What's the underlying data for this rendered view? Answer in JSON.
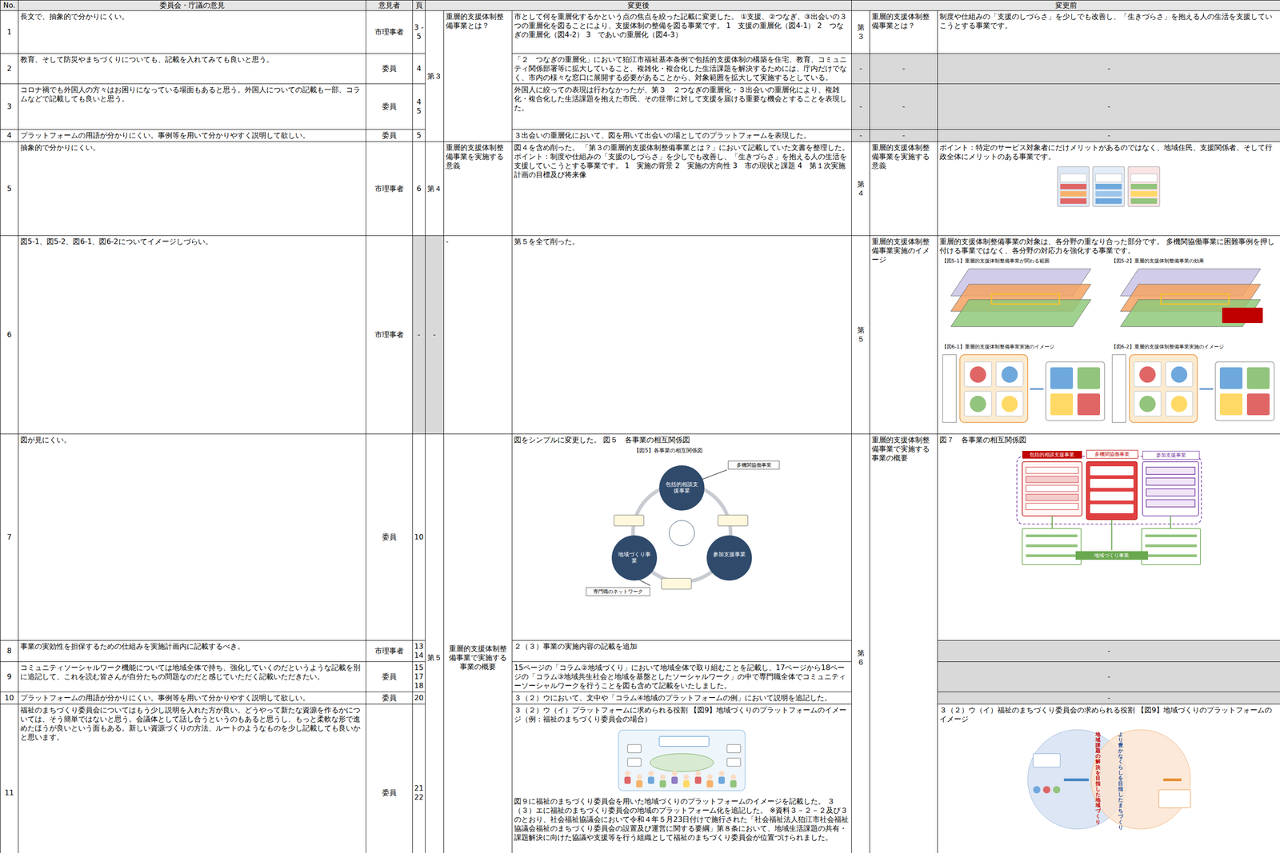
{
  "diagram": {
    "labels": [
      "No.",
      "委員会・庁議の意見",
      "意見者",
      "頁",
      "変更後",
      "変更前",
      "1",
      "長文で、抽象的で分かりにくい。",
      "市理事者",
      "3 - 5",
      "第３",
      "重層的支援体制整備事業とは？",
      "市として何を重層化するかという点の焦点を絞った記載に変更した。 ①支援、②つなぎ、③出会いの３つの重層化を図ることにより、支援体制の整備を図る事業です。 1　支援の重層化（図4-1） 2　つなぎの重層化（図4-2） 3　であいの重層化（図4-3）",
      "第３",
      "重層的支援体制整備事業とは？",
      "制度や仕組みの「支援のしづらさ」を少しでも改善し、「生きづらさ」を抱える人の生活を支援していこうとする事業です。",
      "2",
      "教育、そして防災やまちづくりについても、記載を入れてみても良いと思う。",
      "委員",
      "4",
      "「２　つなぎの重層化」において狛江市福祉基本条例で包括的支援体制の構築を住宅、教育、コミュニティ関係部署等に拡大していること、複雑化・複合化した生活課題を解決するためには、庁内だけでなく、市内の様々な窓口に展開する必要があることから、対象範囲を拡大して実施するとしている。",
      "-",
      "-",
      "-",
      "3",
      "コロナ禍でも外国人の方々はお困りになっている場面もあると思う。外国人についての記載も一部、コラムなどで記載しても良いと思う。",
      "委員",
      "4 5",
      "外国人に絞っての表現は行わなかったが、第３　２つなぎの重層化・３出会いの重層化により、複雑化・複合化した生活課題を抱えた市民、その世帯に対して支援を届ける重要な機会とすることを表現した。",
      "-",
      "-",
      "-",
      "4",
      "プラットフォームの用語が分かりにくい。事例等を用いて分かりやすく説明して欲しい。",
      "委員",
      "5",
      "３出会いの重層化において、図を用いて出会いの場としてのプラットフォームを表現した。",
      "-",
      "-",
      "-",
      "5",
      "抽象的で分かりにくい。",
      "市理事者",
      "6",
      "第４",
      "重層的支援体制整備事業を実施する意義",
      "図４を含め削った。 「第３の重層的支援体制整備事業とは？」において記載していた文書を整理した。 ポイント：制度や仕組みの「支援のしづらさ」を少しでも改善し、「生きづらさ」を抱える人の生活を支援していこうとする事業です。 1　実施の背景 2　実施の方向性 3　市の現状と課題 4　第１次実施計画の目標及び将来像",
      "第４",
      "重層的支援体制整備事業を実施する意義",
      "ポイント：特定のサービス対象者にだけメリットがあるのではなく、地域住民、支援関係者、そして行政全体にメリットのある事業です。",
      "6",
      "図5-1、図5-2、図6-1、図6-2についてイメージしづらい。",
      "市理事者",
      "-",
      "-",
      "-",
      "第５を全て削った。",
      "第５",
      "重層的支援体制整備事業実施のイメージ",
      "重層的支援体制整備事業の対象は、各分野の重なり合った部分です。 多機関協働事業に困難事例を押し付ける事業ではなく、各分野の対応力を強化する事業です。",
      "【図5-1】重層的支援体制整備事業が関わる範囲",
      "【図5-2】重層的支援体制整備事業の効果",
      "【図6-1】重層的支援体制整備事業実施のイメージ",
      "【図6-2】重層的支援体制整備事業実施のイメージ",
      "7",
      "図が見にくい。",
      "委員",
      "10",
      "第５",
      "重層的支援体制整備事業で実施する事業の概要",
      "図をシンプルに変更した。 図５　各事業の相互関係図",
      "第６",
      "重層的支援体制整備事業で実施する事業の概要",
      "図７　各事業の相互関係図",
      "【図5】各事業の相互関係図",
      "包括的相談支援事業",
      "地域づくり事業",
      "参加支援事業",
      "多機関協働事業",
      "専門職のネットワーク",
      "包括的相談支援事業",
      "多機関協働事業",
      "参加支援事業",
      "地域づくり事業",
      "8",
      "事業の実効性を担保するための仕組みを実施計画内に記載するべき。",
      "市理事者",
      "13 14",
      "２（３）事業の実施内容の記載を追加",
      "-",
      "9",
      "コミュニティソーシャルワーク機能については地域全体で持ち、強化していくのだというような記載を別に追記して、これを読む皆さんが自分たちの問題なのだと感じていただく記載いただきたい。",
      "委員",
      "15 17 18",
      "15ページの「コラム②地域づくり」において地域全体で取り組むことを記載し、17ページから18ページの「コラム③地域共生社会と地域を基盤としたソーシャルワーク」の中で専門職全体でコミュニティーソーシャルワークを行うことを図も含めて記載をいたしました。",
      "-",
      "10",
      "プラットフォームの用語が分かりにくい。事例等を用いて分かりやすく説明して欲しい。",
      "委員",
      "20",
      "３（２）ウにおいて、文中や「コラム④地域のプラットフォームの例」において説明を追記した。",
      "-",
      "11",
      "福祉のまちづくり委員会についてはもう少し説明を入れた方が良い。どうやって新たな資源を作るかについては、そう簡単ではないと思う。会議体として話し合うというのもあると思うし、もっと柔軟な形で進めたほうが良いという面もある。新しい資源づくりの方法、ルートのようなものを少し記載しても良いかと思います。",
      "委員",
      "21 22",
      "３（２）ウ（イ）プラットフォームに求められる役割 【図9】地域づくりのプラットフォームのイメージ（例：福祉のまちづくり委員会の場合）",
      "図９に福祉のまちづくり委員会を用いた地域づくりのプラットフォームのイメージを記載した。 ３（３）エに福祉のまちづくり委員会の地域のプラットフォーム化を追記した。 ※資料３－２－２及び３のとおり、社会福祉協議会において令和４年５月23日付けで施行された「社会福祉法人狛江市社会福祉協議会福祉のまちづくり委員会の設置及び運営に関する要綱」第８条において、地域生活課題の共有・課題解決に向けた協議や支援等を行う組織として福祉のまちづくり委員会が位置づけられました。",
      "３（２）ウ（イ）福祉のまちづくり委員会の求められる役割 【図9】地域づくりのプラットフォームのイメージ",
      "地域課題の解決を目指した地域づくり",
      "より豊かなくらしを目指したまちづくり"
    ]
  }
}
